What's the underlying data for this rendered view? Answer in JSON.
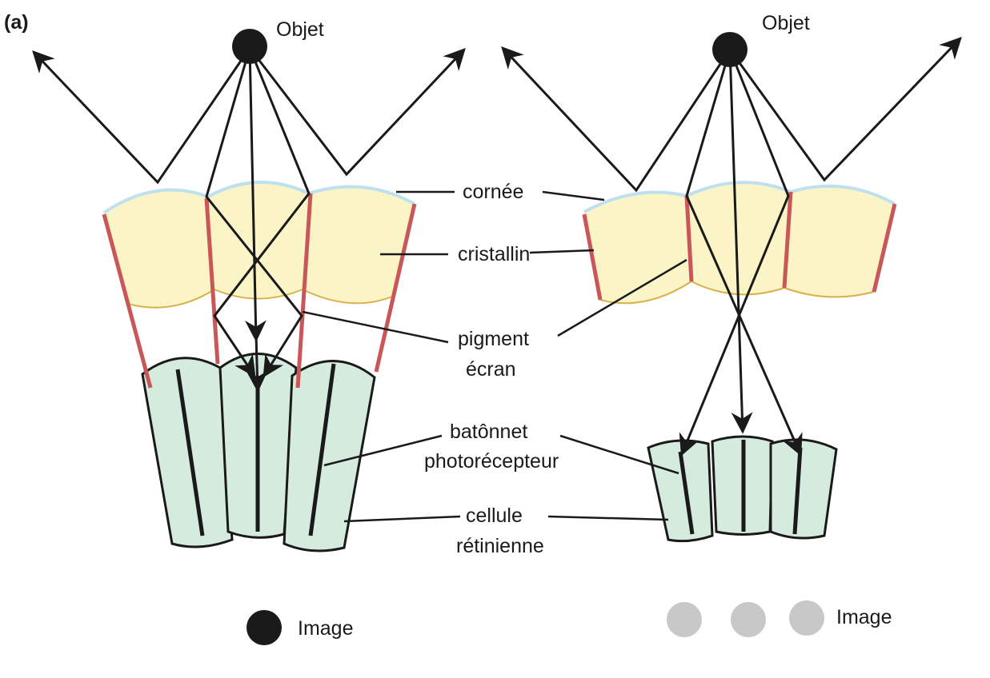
{
  "panel_label": "(a)",
  "left": {
    "object_label": "Objet",
    "image_label": "Image"
  },
  "right": {
    "object_label": "Objet",
    "image_label": "Image"
  },
  "labels": {
    "cornea": "cornée",
    "crystalline": "cristallin",
    "pigment_1": "pigment",
    "pigment_2": "écran",
    "rod_1": "batônnet",
    "rod_2": "photorécepteur",
    "cell_1": "cellule",
    "cell_2": "rétinienne"
  },
  "colors": {
    "lens": "#fbf4c6",
    "cornea": "#bfe0ef",
    "pigment": "#c9575a",
    "cell": "#d5ebde",
    "image_right": "#c8c8c8"
  }
}
